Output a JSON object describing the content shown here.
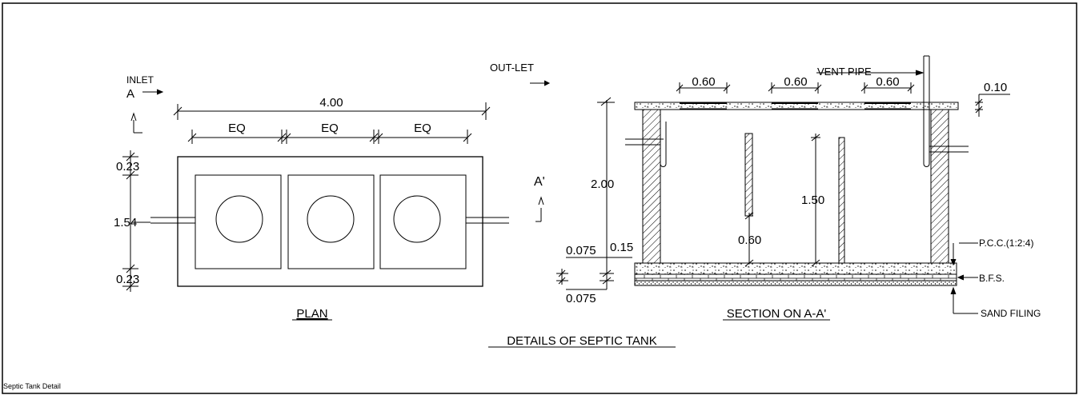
{
  "drawing": {
    "title": "DETAILS OF SEPTIC TANK",
    "footer_note": "Septic Tank Detail",
    "plan": {
      "label": "PLAN",
      "inlet_label": "INLET",
      "section_marker_a": "A",
      "section_marker_a_prime": "A'",
      "overall_length": "4.00",
      "compartment_widths": [
        "EQ",
        "EQ",
        "EQ"
      ],
      "wall_thickness_top": "0.23",
      "inner_width": "1.54",
      "wall_thickness_bottom": "0.23"
    },
    "section": {
      "label": "SECTION ON A-A'",
      "outlet_label": "OUT-LET",
      "vent_pipe_label": "VENT PIPE",
      "slab_openings": [
        "0.60",
        "0.60",
        "0.60"
      ],
      "slab_thickness": "0.10",
      "total_depth": "2.00",
      "baffle_depth": "1.50",
      "baffle_clearance": "0.60",
      "wall_offset": "0.15",
      "base_layer_top": "0.075",
      "base_layer_bottom": "0.075",
      "layers": [
        "P.C.C.(1:2:4)",
        "B.F.S.",
        "SAND FILING"
      ]
    }
  },
  "colors": {
    "line": "#000000",
    "background": "#ffffff"
  }
}
